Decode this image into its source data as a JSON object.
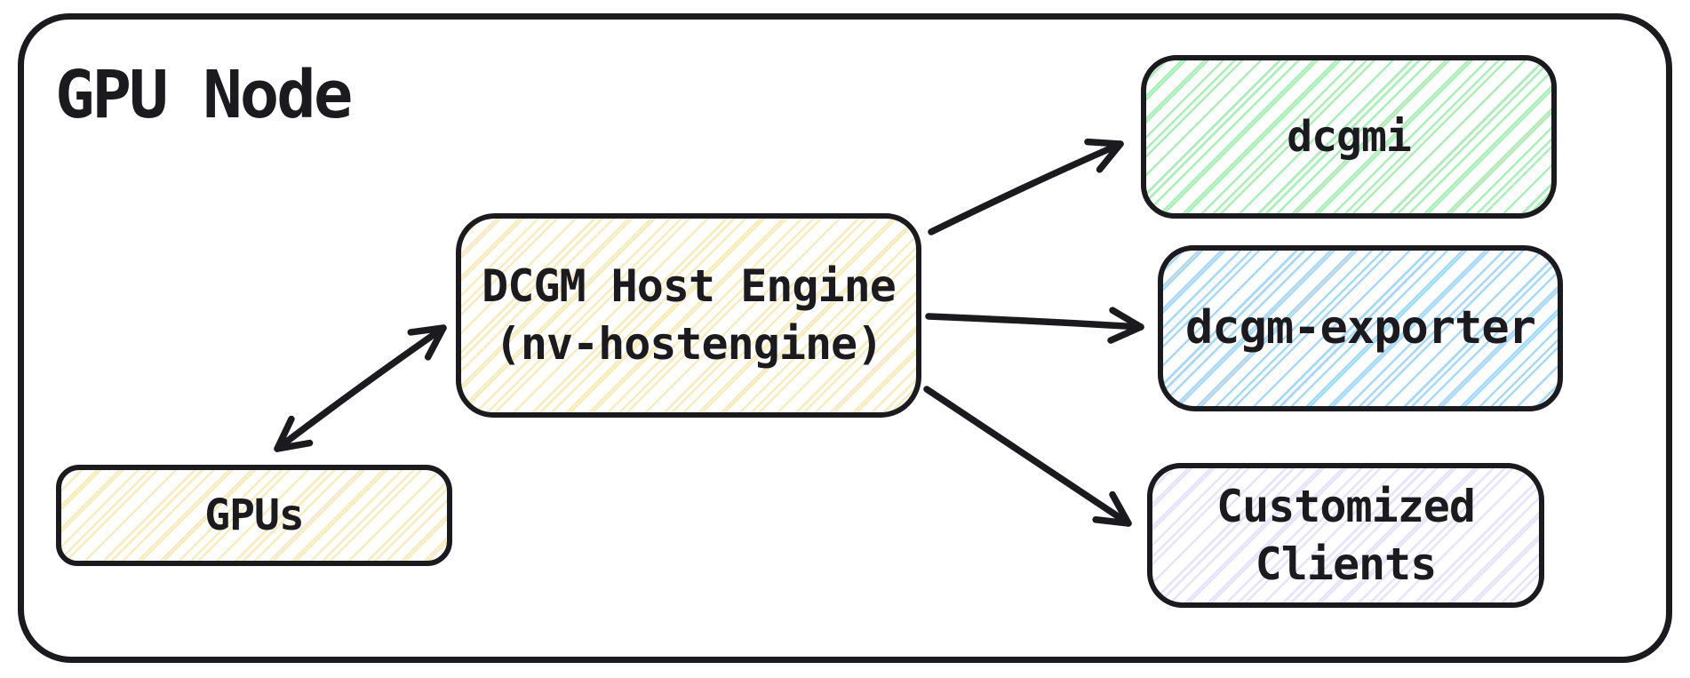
{
  "diagram": {
    "title": "GPU Node",
    "type": "architecture-diagram",
    "style": "hand-drawn-sketch",
    "stroke_color": "#1b1b1f",
    "background_color": "#ffffff"
  },
  "nodes": {
    "gpus": {
      "label": "GPUs",
      "hatch_color": "#f7ecc0",
      "fill_style": "hachure"
    },
    "host_engine": {
      "label_line1": "DCGM Host Engine",
      "label_line2": "(nv-hostengine)",
      "hatch_color": "#f7ecc0",
      "fill_style": "hachure"
    },
    "dcgmi": {
      "label": "dcgmi",
      "hatch_color": "#aceeb8",
      "fill_style": "hachure"
    },
    "dcgm_exporter": {
      "label": "dcgm-exporter",
      "hatch_color": "#a9d9f9",
      "fill_style": "hachure"
    },
    "customized_clients": {
      "label_line1": "Customized",
      "label_line2": "Clients",
      "hatch_color": "#e7e3fa",
      "fill_style": "hachure"
    }
  },
  "edges": [
    {
      "name": "gpus-to-host-engine",
      "from": "gpus",
      "to": "host_engine",
      "bidirectional": true
    },
    {
      "name": "host-engine-to-dcgmi",
      "from": "host_engine",
      "to": "dcgmi",
      "bidirectional": false
    },
    {
      "name": "host-engine-to-dcgm-exporter",
      "from": "host_engine",
      "to": "dcgm_exporter",
      "bidirectional": false
    },
    {
      "name": "host-engine-to-customized-clients",
      "from": "host_engine",
      "to": "customized_clients",
      "bidirectional": false
    }
  ]
}
